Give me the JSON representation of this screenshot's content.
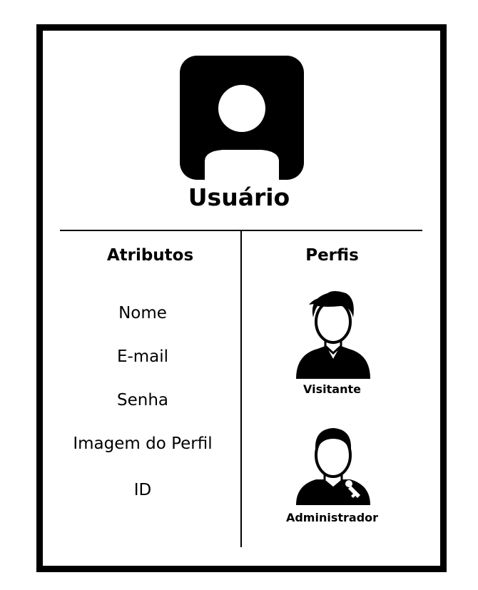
{
  "title": "Usuário",
  "columns": {
    "attributes_header": "Atributos",
    "profiles_header": "Perfis"
  },
  "attributes": [
    "Nome",
    "E-mail",
    "Senha",
    "Imagem do Perfil",
    "ID"
  ],
  "profiles": [
    {
      "label": "Visitante",
      "icon": "visitor-user-icon"
    },
    {
      "label": "Administrador",
      "icon": "admin-user-key-icon"
    }
  ],
  "icons": {
    "main": "user-avatar-icon"
  },
  "colors": {
    "foreground": "#000000",
    "background": "#ffffff"
  }
}
